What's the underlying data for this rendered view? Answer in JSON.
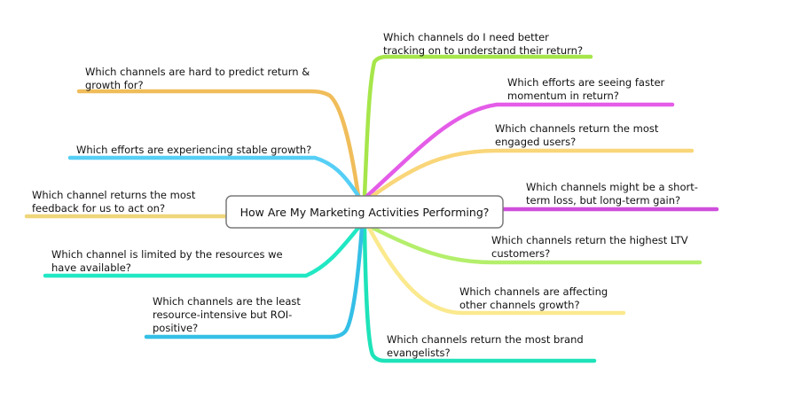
{
  "center": {
    "label": "How Are My Marketing Activities Performing?"
  },
  "branches": [
    {
      "id": "tracking",
      "lines": [
        "Which channels do I need better",
        "tracking on to understand their return?"
      ],
      "color": "#a6e64a"
    },
    {
      "id": "faster-momentum",
      "lines": [
        "Which efforts are seeing faster",
        "momentum in return?"
      ],
      "color": "#e45ce8"
    },
    {
      "id": "engaged-users",
      "lines": [
        "Which channels return the most",
        "engaged users?"
      ],
      "color": "#f9d679"
    },
    {
      "id": "short-term-loss",
      "lines": [
        "Which channels might be a short-",
        "term loss, but long-term gain?"
      ],
      "color": "#cf4fdc"
    },
    {
      "id": "highest-ltv",
      "lines": [
        "Which channels return the highest LTV",
        "customers?"
      ],
      "color": "#b4ef6c"
    },
    {
      "id": "affecting-growth",
      "lines": [
        "Which channels are affecting",
        "other channels growth?"
      ],
      "color": "#fbe98e"
    },
    {
      "id": "brand-evangelists",
      "lines": [
        "Which channels return the most brand",
        "evangelists?"
      ],
      "color": "#1ee3b9"
    },
    {
      "id": "hard-to-predict",
      "lines": [
        "Which channels are hard to predict return &",
        "growth for?"
      ],
      "color": "#f0bd5a"
    },
    {
      "id": "stable-growth",
      "lines": [
        "Which efforts are experiencing stable growth?"
      ],
      "color": "#56cff6"
    },
    {
      "id": "most-feedback",
      "lines": [
        "Which channel returns the most",
        "feedback for us to act on?"
      ],
      "color": "#efd67a"
    },
    {
      "id": "limited-resources",
      "lines": [
        "Which channel is limited by the resources we",
        "have available?"
      ],
      "color": "#21e8c4"
    },
    {
      "id": "least-resource-intensive",
      "lines": [
        "Which channels are the least",
        "resource-intensive but ROI-",
        "positive?"
      ],
      "color": "#34bfe6"
    }
  ]
}
